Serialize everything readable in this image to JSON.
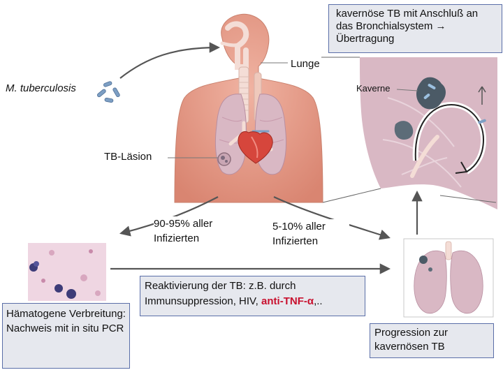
{
  "labels": {
    "cavernous_box": "kavernöse TB mit Anschluß an das Bronchialsystem → Übertragung",
    "lunge": "Lunge",
    "mtb": "M. tuberculosis",
    "kaverne": "Kaverne",
    "lesion": "TB-Läsion",
    "pct_90": "90-95% aller Infizierten",
    "pct_5": "5-10% aller Infizierten",
    "reactivation_prefix": "Reaktivierung der TB: z.B. durch Immunsuppression, HIV,",
    "reactivation_highlight": "anti-TNF-α",
    "reactivation_suffix": ",..",
    "hematogenous": "Hämatogene Verbreitung: Nachweis mit in situ PCR",
    "progression": "Progression zur kavernösen TB"
  },
  "colors": {
    "skin": "#eba28f",
    "skin_dark": "#d98571",
    "airway": "#f4ddd6",
    "lung": "#d9b8c4",
    "lung_dark": "#c79aac",
    "heart": "#d6463c",
    "bacillus": "#7d9fc4",
    "box_fill": "#e6e8ee",
    "box_border": "#5a6ea8",
    "highlight": "#c8102e"
  }
}
